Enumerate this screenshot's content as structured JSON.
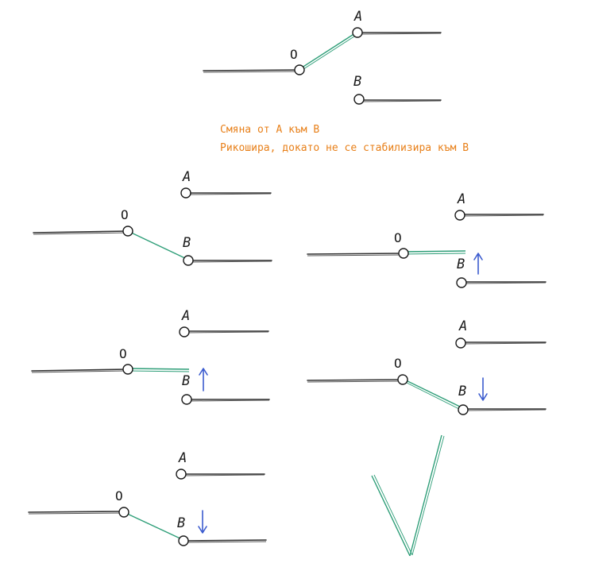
{
  "caption": {
    "line1": "Смяна от А към В",
    "line2": "Рикошира, докато не се стабилизира към В"
  },
  "labels": {
    "a": "A",
    "b": "B",
    "o": "O"
  },
  "colors": {
    "blade": "#2e9e78",
    "wire": "#333333",
    "arrow": "#3c5ccf",
    "caption": "#e8801a"
  }
}
